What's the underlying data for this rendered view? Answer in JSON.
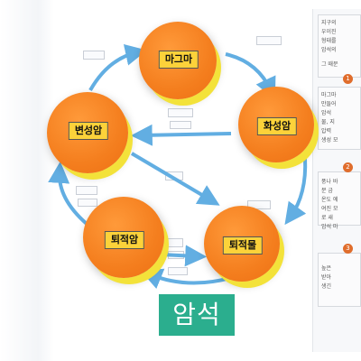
{
  "title": "암석",
  "nodes": {
    "magma": "마그마",
    "igneous": "화성암",
    "metamorphic": "변성암",
    "sedimentary": "퇴적암",
    "sediment": "퇴적물"
  },
  "side_panel": {
    "lines": [
      "지구의",
      "우이진",
      "형태를",
      "암석의",
      "그 때문",
      "마그마",
      "만들어",
      "암석",
      "물, 지",
      "압력",
      "생성 모",
      "풍나 바",
      "분 금",
      "온도 에",
      "여진 모",
      "로 새",
      "암석 마",
      "높은",
      "받아",
      "생긴"
    ],
    "numbers": [
      "1",
      "2",
      "3"
    ]
  },
  "colors": {
    "circle": "#f47e1e",
    "label_bg": "#fcd23a",
    "arrow": "#62aee2",
    "title_bg": "#2bae8e"
  }
}
